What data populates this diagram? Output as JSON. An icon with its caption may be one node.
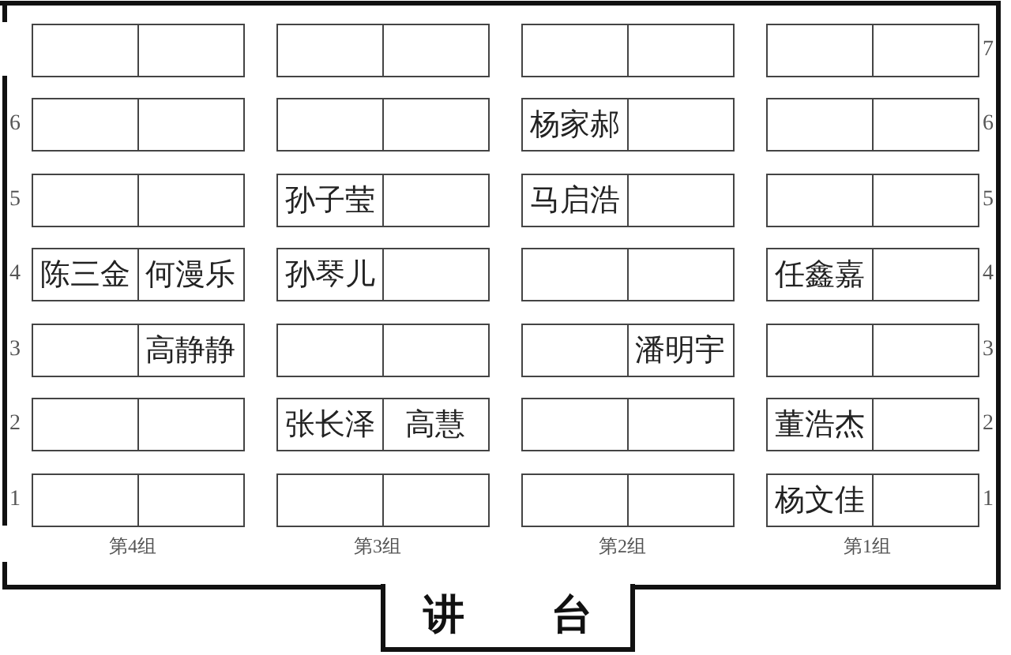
{
  "diagram": {
    "nodes": [
      {
        "text": [],
        "shape": "box"
      },
      {
        "text": [],
        "shape": "box"
      },
      {
        "text": [],
        "shape": "box"
      },
      {
        "text": [],
        "shape": "box"
      },
      {
        "text": [],
        "shape": "box"
      },
      {
        "text": [],
        "shape": "box"
      },
      {
        "text": [],
        "shape": "box"
      },
      {
        "text": [],
        "shape": "box"
      },
      {
        "text": [],
        "shape": "box"
      },
      {
        "text": [],
        "shape": "box"
      },
      {
        "text": [],
        "shape": "box"
      },
      {
        "text": [],
        "shape": "box"
      },
      {
        "text": [
          "杨家郝"
        ]
      },
      {
        "text": [],
        "shape": "box"
      },
      {
        "text": [],
        "shape": "box"
      },
      {
        "text": [],
        "shape": "box"
      },
      {
        "text": [],
        "shape": "box"
      },
      {
        "text": [],
        "shape": "box"
      },
      {
        "text": [
          "孙子莹"
        ]
      },
      {
        "text": [],
        "shape": "box"
      },
      {
        "text": [
          "马启浩"
        ]
      },
      {
        "text": [],
        "shape": "box"
      },
      {
        "text": [],
        "shape": "box"
      },
      {
        "text": [],
        "shape": "box"
      },
      {
        "text": [
          "陈三金"
        ]
      },
      {
        "text": [
          "何漫乐"
        ]
      },
      {
        "text": [
          "孙琴儿"
        ]
      },
      {
        "text": [],
        "shape": "box"
      },
      {
        "text": [],
        "shape": "box"
      },
      {
        "text": [],
        "shape": "box"
      },
      {
        "text": [
          "任鑫嘉"
        ]
      },
      {
        "text": [],
        "shape": "box"
      },
      {
        "text": [],
        "shape": "box"
      },
      {
        "text": [
          "高静静"
        ]
      },
      {
        "text": [],
        "shape": "box"
      },
      {
        "text": [],
        "shape": "box"
      },
      {
        "text": [],
        "shape": "box"
      },
      {
        "text": [
          "潘明宇"
        ]
      },
      {
        "text": [],
        "shape": "box"
      },
      {
        "text": [],
        "shape": "box"
      },
      {
        "text": [],
        "shape": "box"
      },
      {
        "text": [],
        "shape": "box"
      },
      {
        "text": [
          "张长泽"
        ]
      },
      {
        "text": [
          "高慧"
        ]
      },
      {
        "text": [],
        "shape": "box"
      },
      {
        "text": [],
        "shape": "box"
      },
      {
        "text": [
          "董浩杰"
        ]
      },
      {
        "text": [],
        "shape": "box"
      },
      {
        "text": [],
        "shape": "box"
      },
      {
        "text": [],
        "shape": "box"
      },
      {
        "text": [],
        "shape": "box"
      },
      {
        "text": [],
        "shape": "box"
      },
      {
        "text": [],
        "shape": "box"
      },
      {
        "text": [],
        "shape": "box"
      },
      {
        "text": [
          "杨文佳"
        ]
      },
      {
        "text": [],
        "shape": "box"
      },
      {
        "text": [
          "讲台"
        ]
      }
    ],
    "labels": [
      "7",
      "6",
      "6",
      "5",
      "5",
      "4",
      "4",
      "3",
      "3",
      "2",
      "2",
      "1",
      "1",
      "第4组",
      "第3组",
      "第2组",
      "第1组"
    ]
  }
}
